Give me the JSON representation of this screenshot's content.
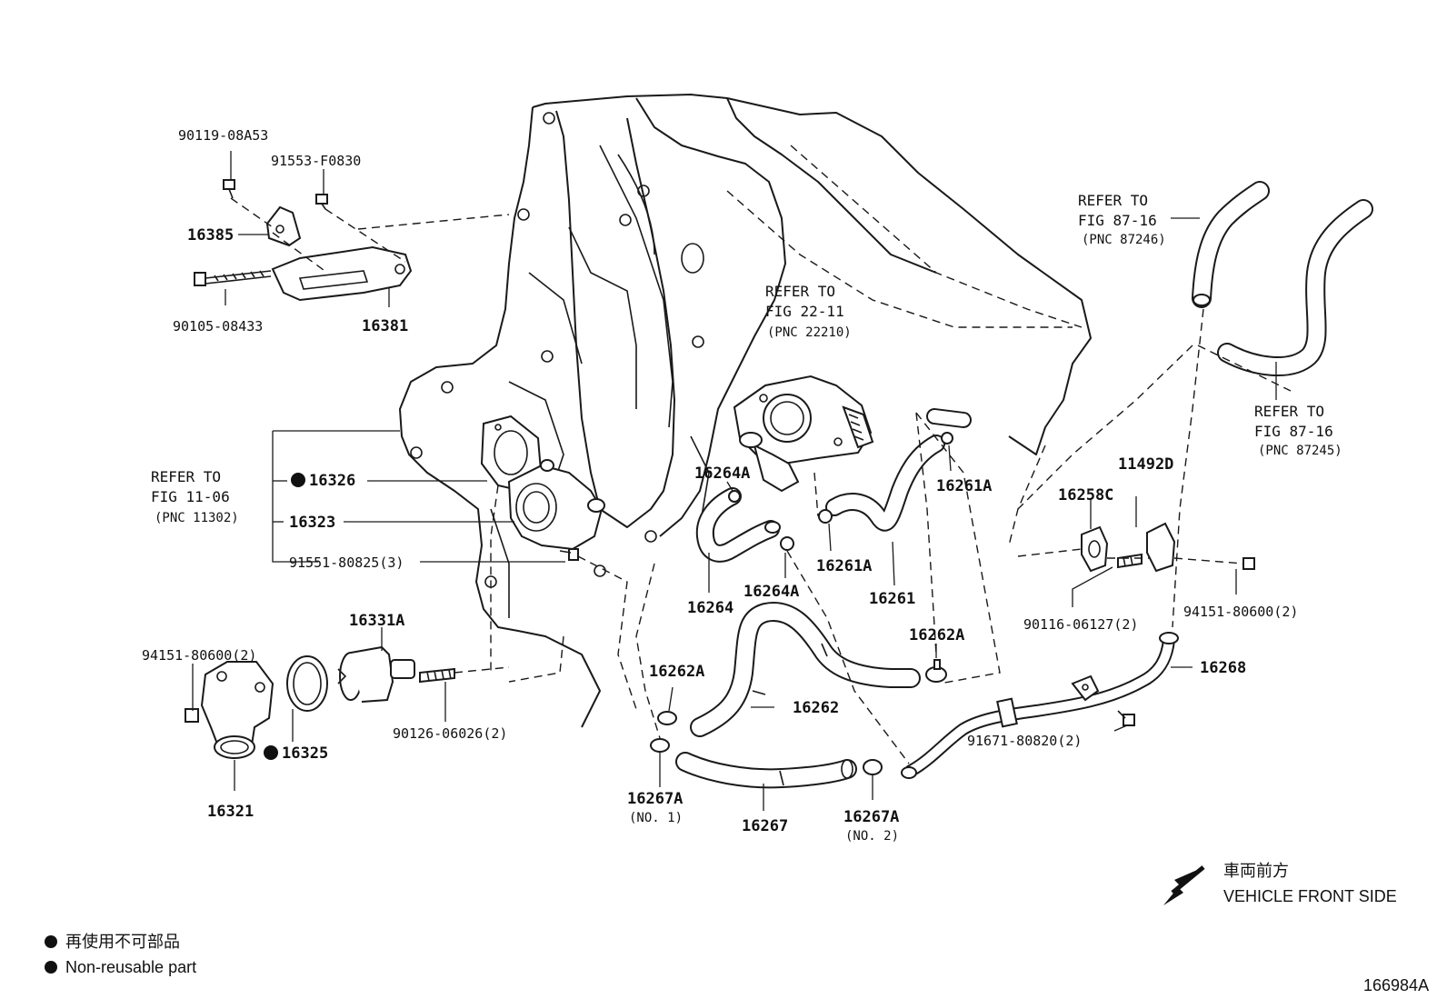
{
  "labels": {
    "p90119": "90119-08A53",
    "p91553": "91553-F0830",
    "p16385": "16385",
    "p90105": "90105-08433",
    "p16381": "16381",
    "ref_fig1106": [
      "REFER TO",
      "FIG 11-06",
      "(PNC 11302)"
    ],
    "p16326": "16326",
    "p16323": "16323",
    "p91551": "91551-80825(3)",
    "p16331A": "16331A",
    "p94151_left": "94151-80600(2)",
    "p16325": "16325",
    "p16321": "16321",
    "p90126": "90126-06026(2)",
    "ref_fig2211": [
      "REFER TO",
      "FIG 22-11",
      "(PNC 22210)"
    ],
    "p16264A_top": "16264A",
    "p16264": "16264",
    "p16264A_bot": "16264A",
    "p16261A_right": "16261A",
    "p16261A_mid": "16261A",
    "p16261": "16261",
    "p16262A_left": "16262A",
    "p16262A_right": "16262A",
    "p16262": "16262",
    "p16267A_1": "16267A",
    "p16267A_1_sub": "(NO. 1)",
    "p16267": "16267",
    "p16267A_2": "16267A",
    "p16267A_2_sub": "(NO. 2)",
    "ref_fig8716_top": [
      "REFER TO",
      "FIG 87-16",
      "(PNC 87246)"
    ],
    "ref_fig8716_right": [
      "REFER TO",
      "FIG 87-16",
      "(PNC 87245)"
    ],
    "p11492D": "11492D",
    "p16258C": "16258C",
    "p90116": "90116-06127(2)",
    "p94151_right": "94151-80600(2)",
    "p16268": "16268",
    "p91671": "91671-80820(2)"
  },
  "direction": {
    "jp": "車両前方",
    "en": "VEHICLE FRONT SIDE"
  },
  "legend": {
    "jp": "再使用不可部品",
    "en": "Non-reusable part"
  },
  "illustration_id": "166984A"
}
